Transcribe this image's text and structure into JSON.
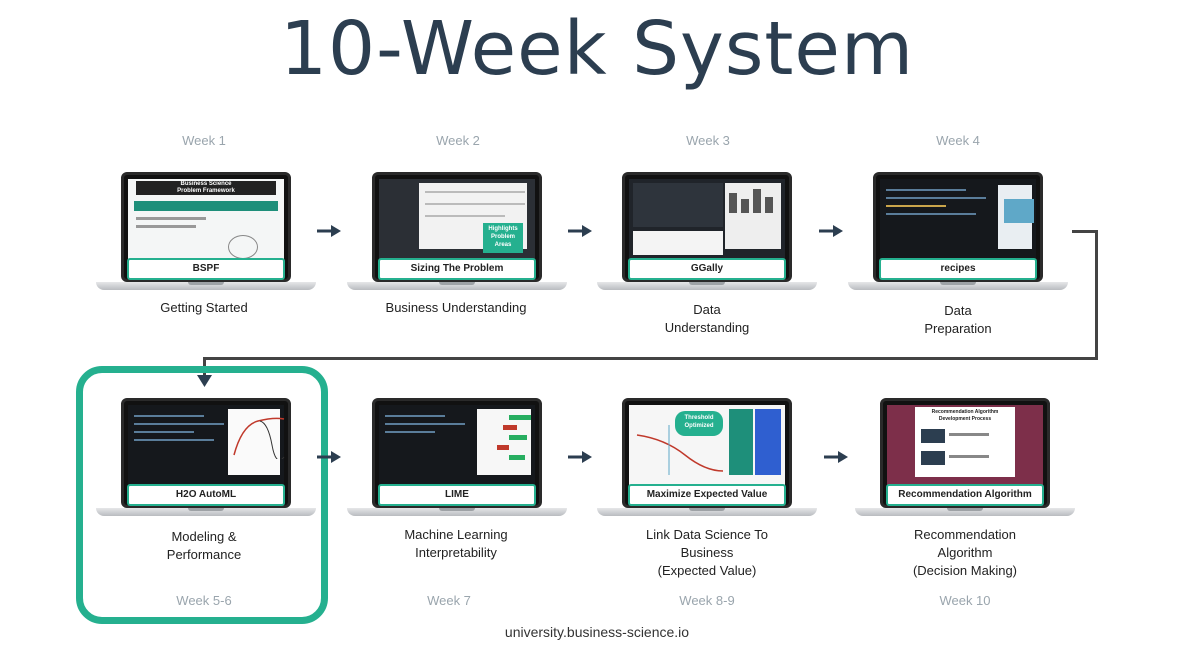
{
  "title": "10-Week System",
  "footer": "university.business-science.io",
  "accent_color": "#25b08f",
  "steps": [
    {
      "week": "Week 1",
      "tag": "BSPF",
      "caption": "Getting Started"
    },
    {
      "week": "Week 2",
      "tag": "Sizing The Problem",
      "caption": "Business Understanding"
    },
    {
      "week": "Week 3",
      "tag": "GGally",
      "caption": "Data\nUnderstanding"
    },
    {
      "week": "Week 4",
      "tag": "recipes",
      "caption": "Data\nPreparation"
    },
    {
      "week": "Week 5-6",
      "tag": "H2O AutoML",
      "caption": "Modeling &\nPerformance"
    },
    {
      "week": "Week 7",
      "tag": "LIME",
      "caption": "Machine Learning\nInterpretability"
    },
    {
      "week": "Week 8-9",
      "tag": "Maximize Expected Value",
      "caption": "Link Data Science To\nBusiness\n(Expected Value)"
    },
    {
      "week": "Week 10",
      "tag": "Recommendation Algorithm",
      "caption": "Recommendation\nAlgorithm\n(Decision Making)"
    }
  ],
  "screen_texts": {
    "bspf_header": "Business Science\nProblem Framework",
    "sizing_callout": "Highlights\nProblem\nAreas",
    "threshold_callout": "Threshold\nOptimized",
    "rec_header": "Recommendation Algorithm\nDevelopment Process"
  }
}
